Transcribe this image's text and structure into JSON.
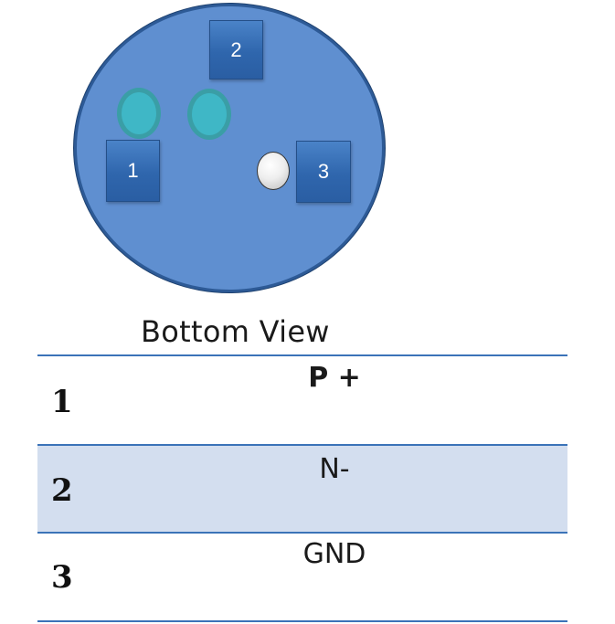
{
  "connector": {
    "body_color": "#5f8fd0",
    "pin_labels": [
      "1",
      "2",
      "3"
    ],
    "pins": [
      {
        "label": "1",
        "color": "#3fb7c6"
      },
      {
        "label": "2",
        "color": "#3fb7c6"
      },
      {
        "label": "3",
        "color": "#e6e6e6"
      }
    ]
  },
  "view_title": "Bottom View",
  "table": {
    "line_color": "#3b73b8",
    "stripe_color": "#d3deef",
    "rows": [
      {
        "number": "1",
        "function": "P +"
      },
      {
        "number": "2",
        "function": "N-"
      },
      {
        "number": "3",
        "function": "GND"
      }
    ]
  }
}
